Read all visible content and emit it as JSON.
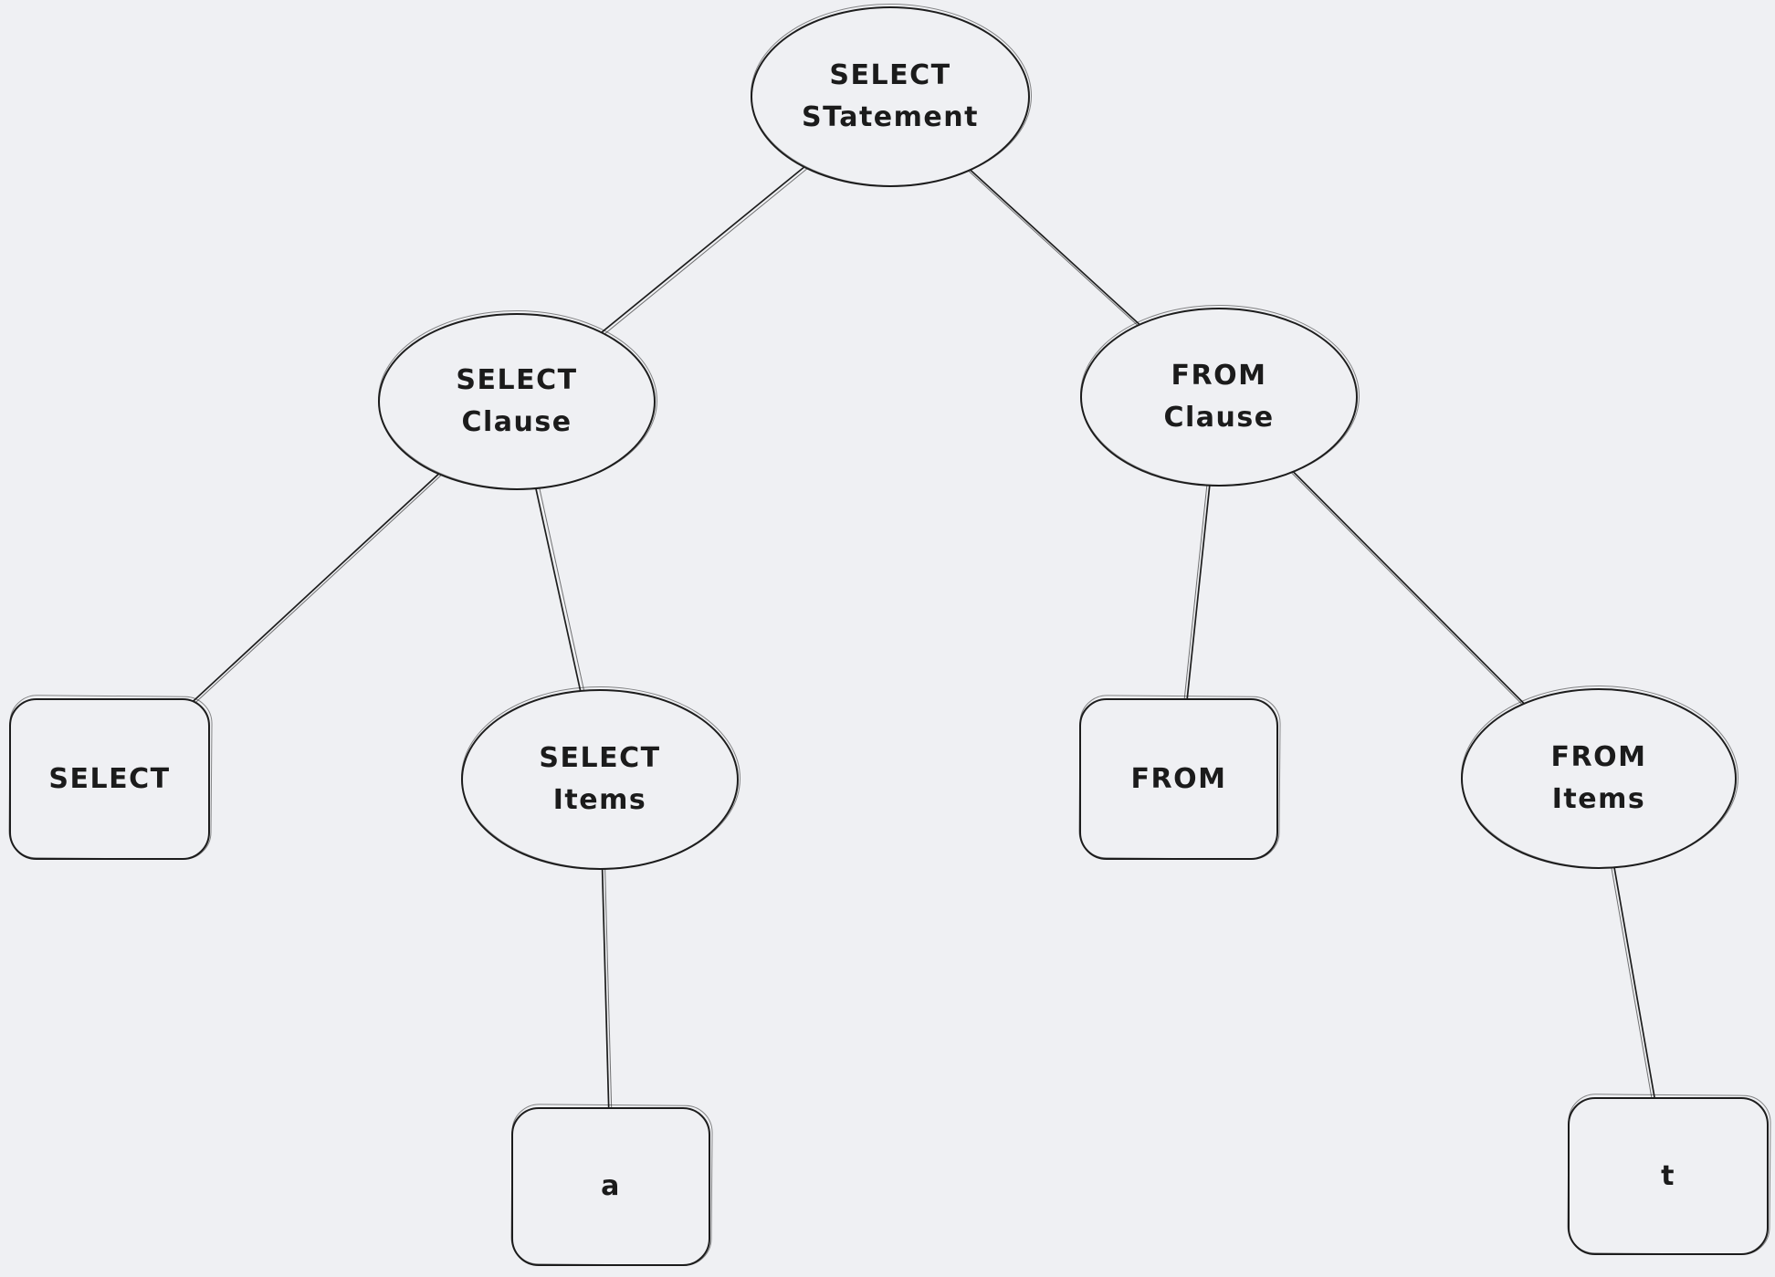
{
  "canvas": {
    "background_color": "#eff0f3",
    "stroke_color": "#1d1d1d",
    "style": "hand-drawn whiteboard parse tree"
  },
  "nodes": {
    "select_statement": {
      "shape": "ellipse",
      "line1": "SELECT",
      "line2": "STatement"
    },
    "select_clause": {
      "shape": "ellipse",
      "line1": "SELECT",
      "line2": "Clause"
    },
    "from_clause": {
      "shape": "ellipse",
      "line1": "FROM",
      "line2": "Clause"
    },
    "select_keyword": {
      "shape": "rectangle",
      "line1": "SELECT"
    },
    "select_items": {
      "shape": "ellipse",
      "line1": "SELECT",
      "line2": "Items"
    },
    "from_keyword": {
      "shape": "rectangle",
      "line1": "FROM"
    },
    "from_items": {
      "shape": "ellipse",
      "line1": "FROM",
      "line2": "Items"
    },
    "column_a": {
      "shape": "rectangle",
      "line1": "a"
    },
    "table_t": {
      "shape": "rectangle",
      "line1": "t"
    }
  },
  "edges": [
    {
      "from": "select_statement",
      "to": "select_clause"
    },
    {
      "from": "select_statement",
      "to": "from_clause"
    },
    {
      "from": "select_clause",
      "to": "select_keyword"
    },
    {
      "from": "select_clause",
      "to": "select_items"
    },
    {
      "from": "from_clause",
      "to": "from_keyword"
    },
    {
      "from": "from_clause",
      "to": "from_items"
    },
    {
      "from": "select_items",
      "to": "column_a"
    },
    {
      "from": "from_items",
      "to": "table_t"
    }
  ]
}
